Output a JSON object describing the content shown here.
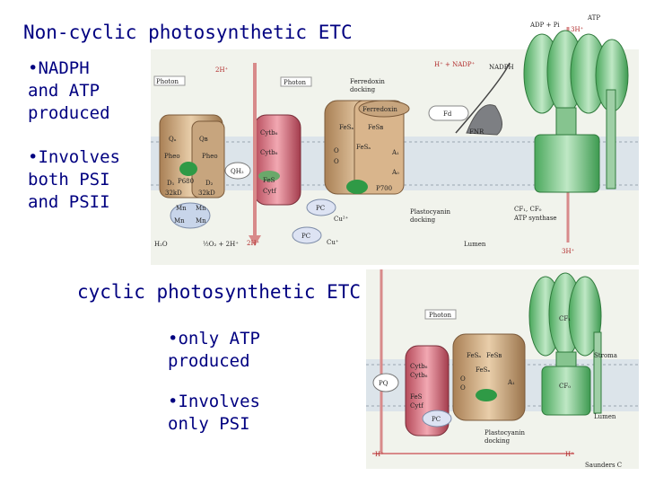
{
  "slide": {
    "title1": "Non-cyclic photosynthetic ETC",
    "bullets1": [
      "•NADPH",
      "and ATP",
      "produced",
      "•Involves",
      "both PSI",
      "and PSII"
    ],
    "title2": "cyclic photosynthetic ETC",
    "bullets2": [
      "•only ATP",
      "produced",
      "•Involves",
      "only PSI"
    ]
  },
  "diagram1": {
    "labels": {
      "photon1": "Photon",
      "h2_top": "2H⁺",
      "photon2": "Photon",
      "fd_dock": "Ferredoxin",
      "fd_dock2": "docking",
      "ferredoxin": "Ferredoxin",
      "h_nadp": "H⁺ + NADP⁺",
      "nadph": "NADPH",
      "fd": "Fd",
      "fnr": "FNR",
      "adp": "ADP + Pi",
      "atp": "ATP",
      "h3_top": "3H⁺",
      "qa": "Qₐ",
      "qb": "Qʙ",
      "pheo1": "Pheo",
      "pheo2": "Pheo",
      "p680": "P680",
      "d1": "D₁",
      "d2": "D₂",
      "k32a": "32kD",
      "k32b": "32kD",
      "mn1": "Mn",
      "mn2": "Mn",
      "mn3": "Mn",
      "mn4": "Mn",
      "qh2": "QH₂",
      "cytb6a": "Cytb₆",
      "cytb6b": "Cytb₆",
      "fes1": "FeS",
      "cytf": "Cytf",
      "fesx": "FeSₓ",
      "fesb": "FeSʙ",
      "fesa": "FeSₐ",
      "o1": "O",
      "o2": "O",
      "a1": "A₁",
      "a0": "A₀",
      "p700": "P700",
      "pc1": "PC",
      "cu2": "Cu²⁺",
      "pc2": "PC",
      "cu1": "Cu⁺",
      "pc_dock": "Plastocyanin",
      "pc_dock2": "docking",
      "cf1": "CF₁, CF₀",
      "atps": "ATP synthase",
      "lumen": "Lumen",
      "h2o": "H₂O",
      "o2eq": "½O₂ + 2H⁺",
      "h2_bot": "2H⁺",
      "h3_bot": "3H⁺"
    }
  },
  "diagram2": {
    "labels": {
      "photon": "Photon",
      "cf1": "CF₁",
      "stroma": "Stroma",
      "cf0": "CF₀",
      "lumen": "Lumen",
      "pq": "PQ",
      "cytb6a": "Cytb₆",
      "cytb6b": "Cytb₆",
      "fes": "FeS",
      "cytf": "Cytf",
      "fesa": "FeSₐ",
      "fesb": "FeSʙ",
      "fesx": "FeSₓ",
      "o1": "O",
      "o2": "O",
      "a1": "A₁",
      "pc": "PC",
      "pc_dock": "Plastocyanin",
      "pc_dock2": "docking",
      "h_left": "H⁺",
      "h_right": "H⁺",
      "credit": "Saunders C"
    }
  }
}
